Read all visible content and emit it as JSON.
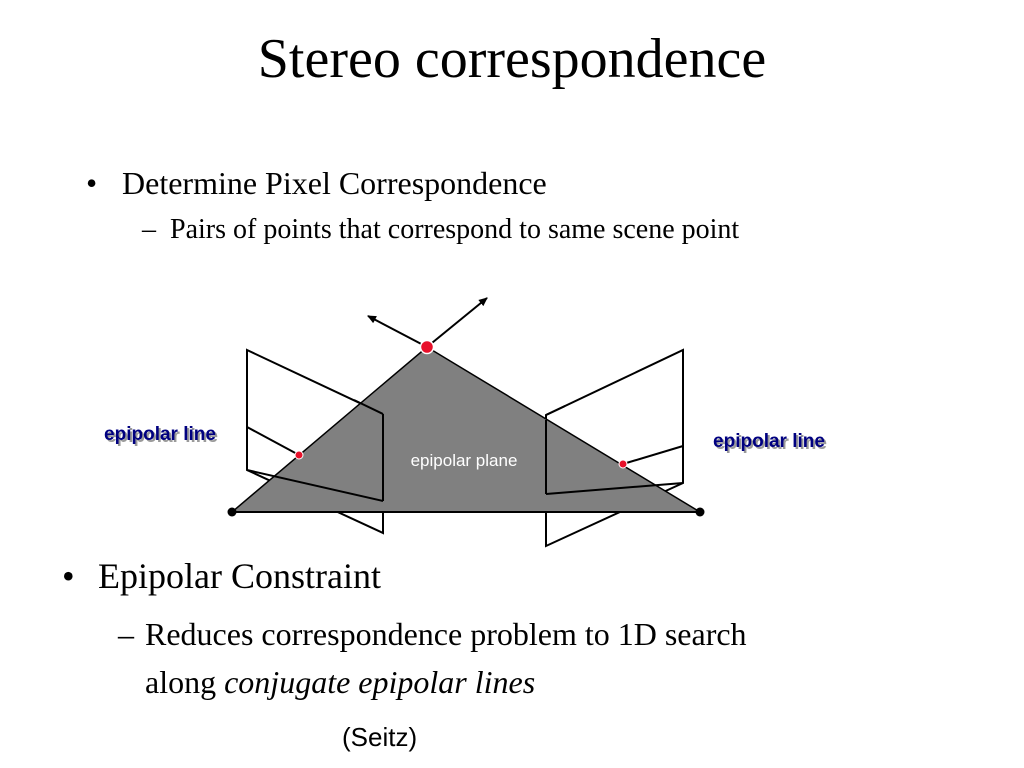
{
  "slide": {
    "title": "Stereo correspondence",
    "bullet_symbol": "•",
    "dash_symbol": "–",
    "bullet1": {
      "text": "Determine Pixel Correspondence",
      "sub": "Pairs of points that correspond to same scene point"
    },
    "bullet2": {
      "text": "Epipolar Constraint",
      "sub_line1": "Reduces correspondence problem to 1D search",
      "sub_line2_prefix": "along ",
      "sub_line2_emph": "conjugate epipolar lines"
    },
    "credit": "(Seitz)"
  },
  "diagram": {
    "left_label": "epipolar line",
    "right_label": "epipolar line",
    "plane_label": "epipolar plane",
    "colors": {
      "plane_fill": "#808080",
      "scene_point": "#e8102a",
      "label_text": "#000080",
      "plane_text": "#ffffff"
    }
  }
}
